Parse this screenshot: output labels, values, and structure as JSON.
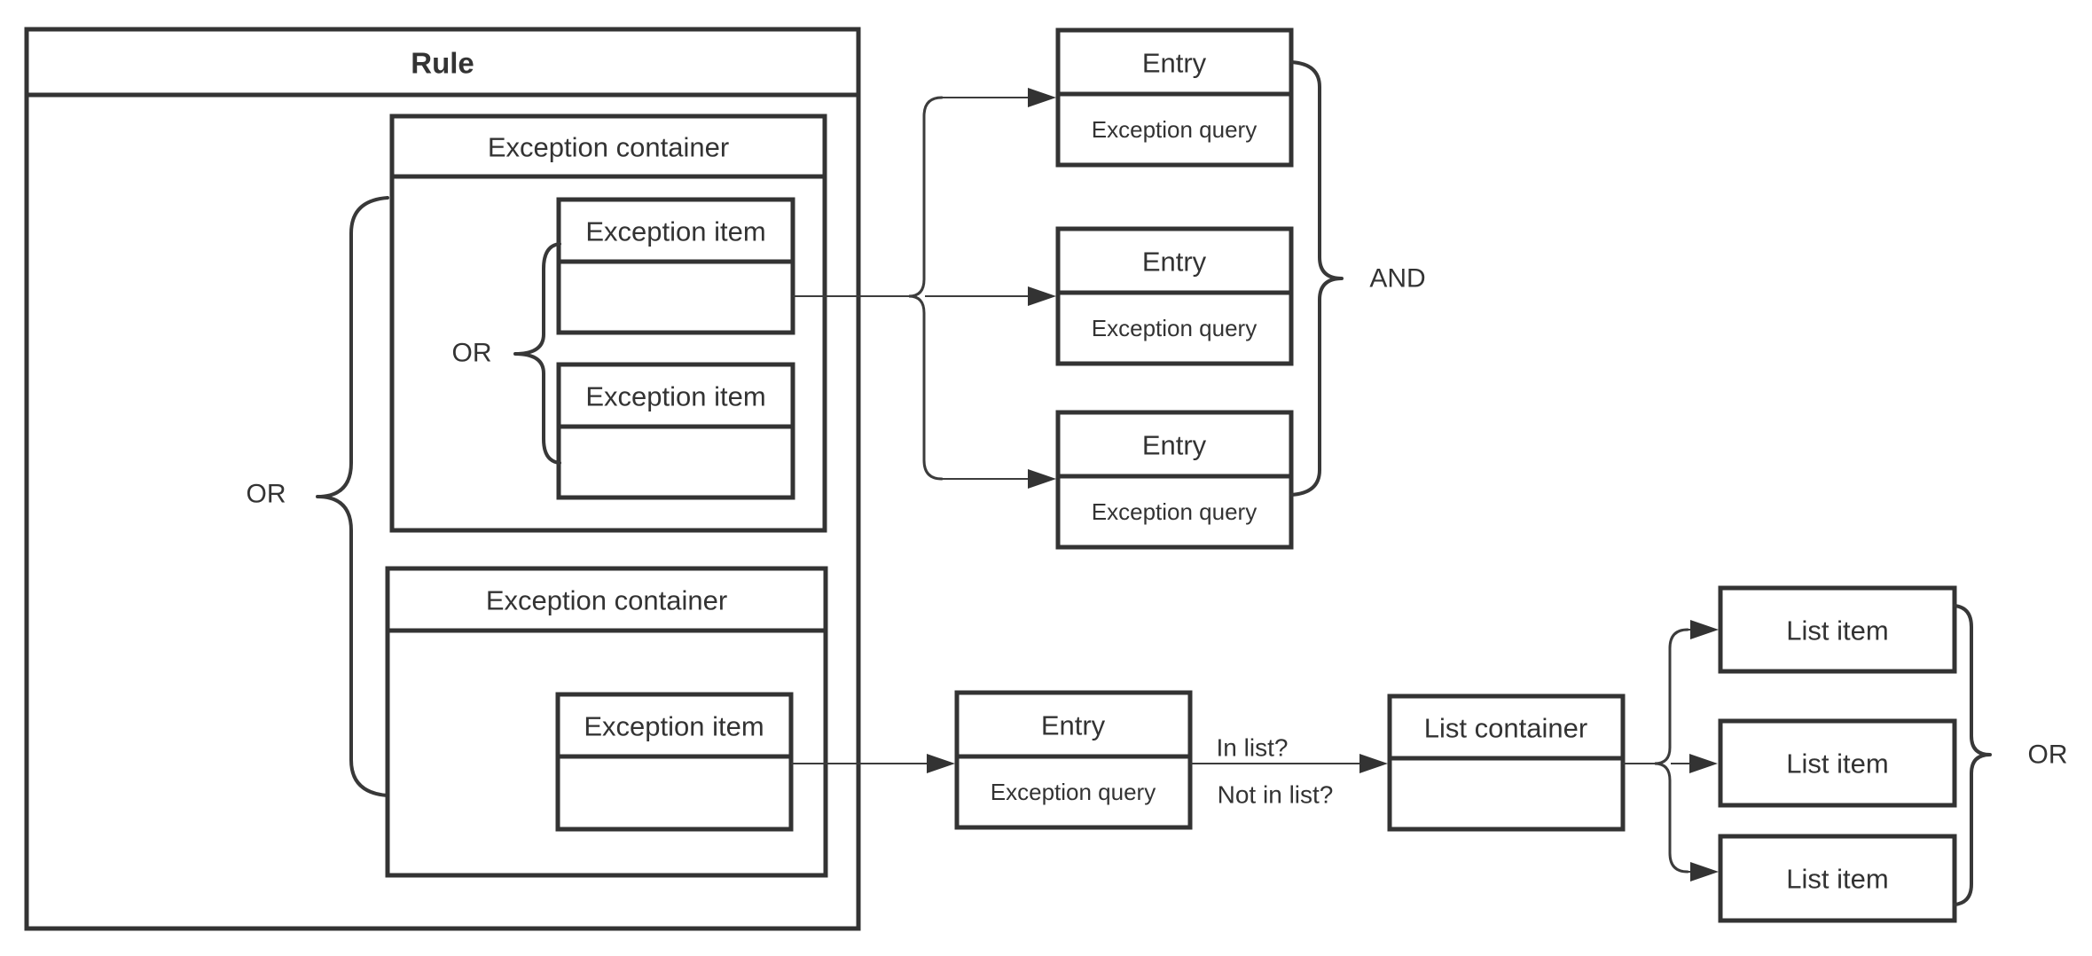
{
  "colors": {
    "background": "#ffffff",
    "shape_fill": "#ffffff",
    "stroke": "#333333",
    "text": "#333333"
  },
  "rule": {
    "title": "Rule"
  },
  "exception_containers": [
    {
      "title": "Exception container"
    },
    {
      "title": "Exception container"
    }
  ],
  "exception_items": [
    {
      "title": "Exception item"
    },
    {
      "title": "Exception item"
    },
    {
      "title": "Exception item"
    }
  ],
  "entries": [
    {
      "title": "Entry",
      "query_label": "Exception query"
    },
    {
      "title": "Entry",
      "query_label": "Exception query"
    },
    {
      "title": "Entry",
      "query_label": "Exception query"
    },
    {
      "title": "Entry",
      "query_label": "Exception query"
    }
  ],
  "list": {
    "container_title": "List container",
    "items": [
      {
        "title": "List item"
      },
      {
        "title": "List item"
      },
      {
        "title": "List item"
      }
    ]
  },
  "operators": {
    "rule_or": "OR",
    "container_or": "OR",
    "entries_and": "AND",
    "list_or": "OR"
  },
  "edge_labels": {
    "in_list": "In list?",
    "not_in_list": "Not in list?"
  }
}
